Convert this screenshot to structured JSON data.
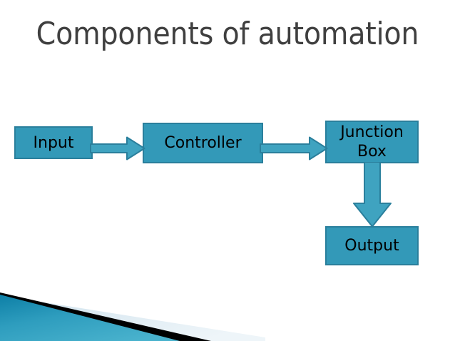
{
  "slide": {
    "title": "Components of automation",
    "background_color": "#ffffff",
    "title_color": "#3f3f3f"
  },
  "theme": {
    "accent_fill": "#3399b8",
    "accent_border": "#2a7f9c",
    "arrow_fill": "#3fa3c0",
    "arrow_border": "#2a7f9c",
    "deco_teal": "#1b93b8",
    "deco_black": "#000000",
    "deco_pale": "#dce9f1",
    "text_color": "#000000"
  },
  "diagram": {
    "type": "flowchart",
    "nodes": [
      {
        "id": "input",
        "label": "Input"
      },
      {
        "id": "controller",
        "label": "Controller"
      },
      {
        "id": "junction",
        "label": "Junction\nBox"
      },
      {
        "id": "output",
        "label": "Output"
      }
    ],
    "edges": [
      {
        "from": "input",
        "to": "controller",
        "direction": "right"
      },
      {
        "from": "controller",
        "to": "junction",
        "direction": "right"
      },
      {
        "from": "junction",
        "to": "output",
        "direction": "down"
      }
    ]
  }
}
